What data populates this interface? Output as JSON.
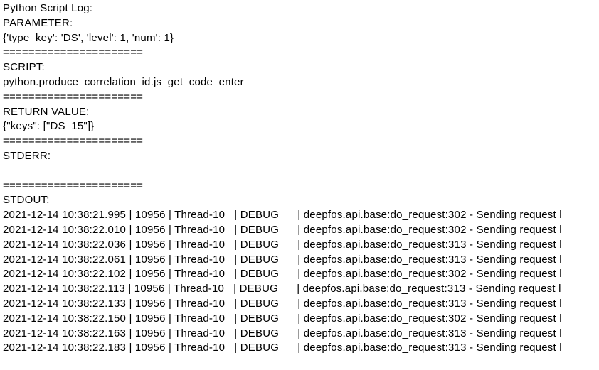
{
  "log_viewer": {
    "title": "Python Script Log:",
    "separator": "======================",
    "parameter": {
      "label": "PARAMETER:",
      "value": "{'type_key': 'DS', 'level': 1, 'num': 1}"
    },
    "script": {
      "label": "SCRIPT:",
      "value": "python.produce_correlation_id.js_get_code_enter"
    },
    "return_value": {
      "label": "RETURN VALUE:",
      "value": "{\"keys\": [\"DS_15\"]}"
    },
    "stderr": {
      "label": "STDERR:",
      "value": ""
    },
    "stdout": {
      "label": "STDOUT:",
      "lines": [
        "2021-12-14 10:38:21.995 | 10956 | Thread-10   | DEBUG      | deepfos.api.base:do_request:302 - Sending request l",
        "2021-12-14 10:38:22.010 | 10956 | Thread-10   | DEBUG      | deepfos.api.base:do_request:302 - Sending request l",
        "2021-12-14 10:38:22.036 | 10956 | Thread-10   | DEBUG      | deepfos.api.base:do_request:313 - Sending request l",
        "2021-12-14 10:38:22.061 | 10956 | Thread-10   | DEBUG      | deepfos.api.base:do_request:313 - Sending request l",
        "2021-12-14 10:38:22.102 | 10956 | Thread-10   | DEBUG      | deepfos.api.base:do_request:302 - Sending request l",
        "2021-12-14 10:38:22.113 | 10956 | Thread-10   | DEBUG      | deepfos.api.base:do_request:313 - Sending request l",
        "2021-12-14 10:38:22.133 | 10956 | Thread-10   | DEBUG      | deepfos.api.base:do_request:313 - Sending request l",
        "2021-12-14 10:38:22.150 | 10956 | Thread-10   | DEBUG      | deepfos.api.base:do_request:302 - Sending request l",
        "2021-12-14 10:38:22.163 | 10956 | Thread-10   | DEBUG      | deepfos.api.base:do_request:313 - Sending request l",
        "2021-12-14 10:38:22.183 | 10956 | Thread-10   | DEBUG      | deepfos.api.base:do_request:313 - Sending request l"
      ]
    },
    "colors": {
      "background": "#ffffff",
      "text": "#000000"
    }
  }
}
